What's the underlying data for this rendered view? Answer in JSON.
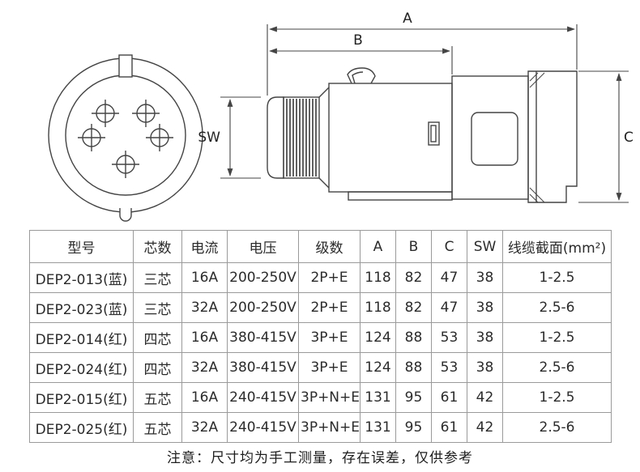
{
  "dimensions": {
    "a": "A",
    "b": "B",
    "c": "C",
    "sw": "SW"
  },
  "table": {
    "headers": [
      "型号",
      "芯数",
      "电流",
      "电压",
      "级数",
      "A",
      "B",
      "C",
      "SW",
      "线缆截面(mm²)"
    ],
    "rows": [
      [
        "DEP2-013(蓝)",
        "三芯",
        "16A",
        "200-250V",
        "2P+E",
        "118",
        "82",
        "47",
        "38",
        "1-2.5"
      ],
      [
        "DEP2-023(蓝)",
        "三芯",
        "32A",
        "200-250V",
        "2P+E",
        "118",
        "82",
        "47",
        "38",
        "2.5-6"
      ],
      [
        "DEP2-014(红)",
        "四芯",
        "16A",
        "380-415V",
        "3P+E",
        "124",
        "88",
        "53",
        "38",
        "1-2.5"
      ],
      [
        "DEP2-024(红)",
        "四芯",
        "32A",
        "380-415V",
        "3P+E",
        "124",
        "88",
        "53",
        "38",
        "2.5-6"
      ],
      [
        "DEP2-015(红)",
        "五芯",
        "16A",
        "240-415V",
        "3P+N+E",
        "131",
        "95",
        "61",
        "42",
        "1-2.5"
      ],
      [
        "DEP2-025(红)",
        "五芯",
        "32A",
        "240-415V",
        "3P+N+E",
        "131",
        "95",
        "61",
        "42",
        "2.5-6"
      ]
    ]
  },
  "note": "注意：尺寸均为手工测量，存在误差，仅供参考",
  "colors": {
    "line": "#444444",
    "table_border": "#9a9a9a",
    "text": "#333333"
  }
}
